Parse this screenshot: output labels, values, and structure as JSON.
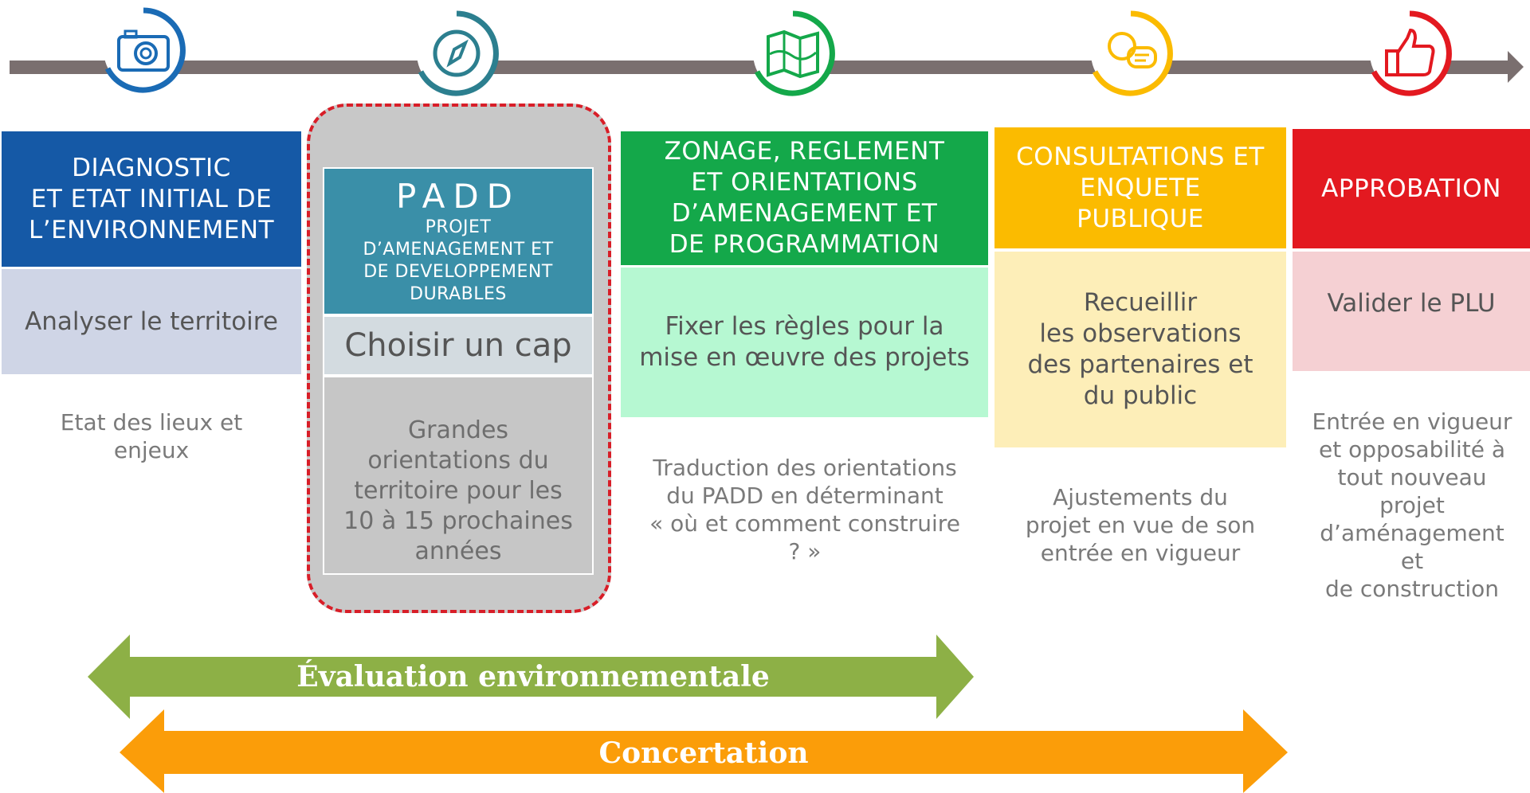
{
  "colors": {
    "timeline": "#7a6f6f",
    "diagnostic": "#1559a6",
    "padd": "#3a8fa8",
    "zonage": "#14a84a",
    "consultations": "#fbbb00",
    "approbation": "#e31920",
    "evaluation_arrow": "#8db046",
    "concertation_arrow": "#fb9d09"
  },
  "icons": [
    "camera-icon",
    "compass-icon",
    "map-icon",
    "chat-icon",
    "thumbs-up-icon"
  ],
  "steps": [
    {
      "header_lines": [
        "DIAGNOSTIC",
        "ET ETAT INITIAL DE",
        "L’ENVIRONNEMENT"
      ],
      "subtitle": "Analyser le territoire",
      "desc_lines": [
        "Etat des lieux et",
        "enjeux"
      ]
    },
    {
      "title": "PADD",
      "header_lines": [
        "PROJET",
        "D’AMENAGEMENT ET",
        "DE DEVELOPPEMENT",
        "DURABLES"
      ],
      "subtitle": "Choisir un cap",
      "desc_lines": [
        "Grandes",
        "orientations du",
        "territoire pour les",
        "10 à 15 prochaines",
        "années"
      ]
    },
    {
      "header_lines": [
        "ZONAGE, REGLEMENT",
        "ET ORIENTATIONS",
        "D’AMENAGEMENT ET",
        "DE PROGRAMMATION"
      ],
      "subtitle_lines": [
        "Fixer les règles pour la",
        "mise en œuvre des projets"
      ],
      "desc_lines": [
        "Traduction des orientations",
        "du PADD en déterminant",
        "« où et comment construire",
        "? »"
      ]
    },
    {
      "header_lines": [
        "CONSULTATIONS ET",
        "ENQUETE",
        "PUBLIQUE"
      ],
      "subtitle_lines": [
        "Recueillir",
        "les observations",
        "des partenaires et",
        "du public"
      ],
      "desc_lines": [
        "Ajustements du",
        "projet en vue de son",
        "entrée en vigueur"
      ]
    },
    {
      "header_lines": [
        "APPROBATION"
      ],
      "subtitle": "Valider le PLU",
      "desc_lines": [
        "Entrée en vigueur",
        "et opposabilité à",
        "tout nouveau",
        "projet",
        "d’aménagement",
        "et",
        "de construction"
      ]
    }
  ],
  "arrows": {
    "evaluation": "Évaluation environnementale",
    "concertation": "Concertation"
  }
}
